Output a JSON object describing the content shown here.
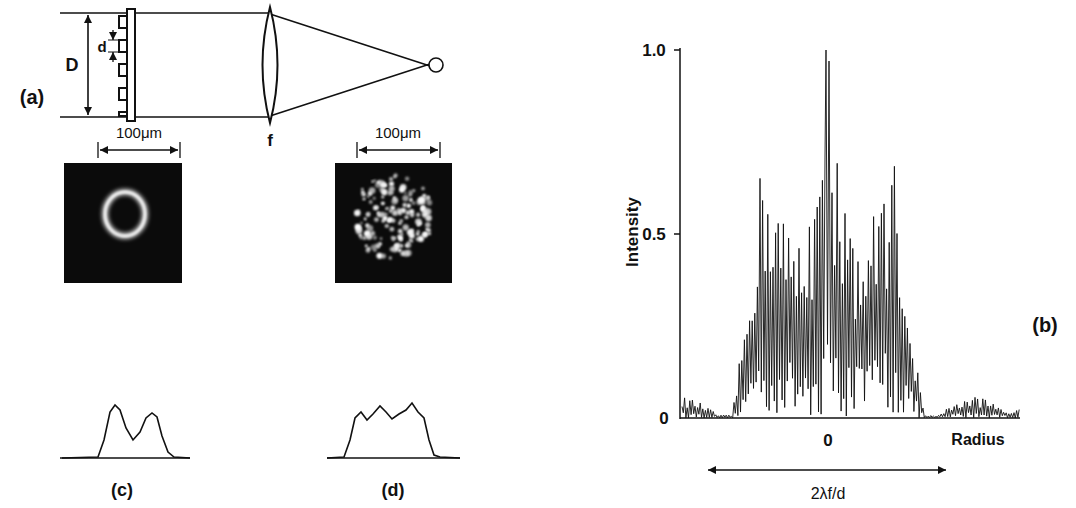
{
  "diagram": {
    "labels": [
      "(a)",
      "D",
      "d",
      "f",
      "100μm",
      "100μm",
      "(c)",
      "(d)",
      "1.0",
      "0.5",
      "0",
      "Intensity",
      "0",
      "Radius",
      "2λf/d",
      "(b)"
    ]
  }
}
